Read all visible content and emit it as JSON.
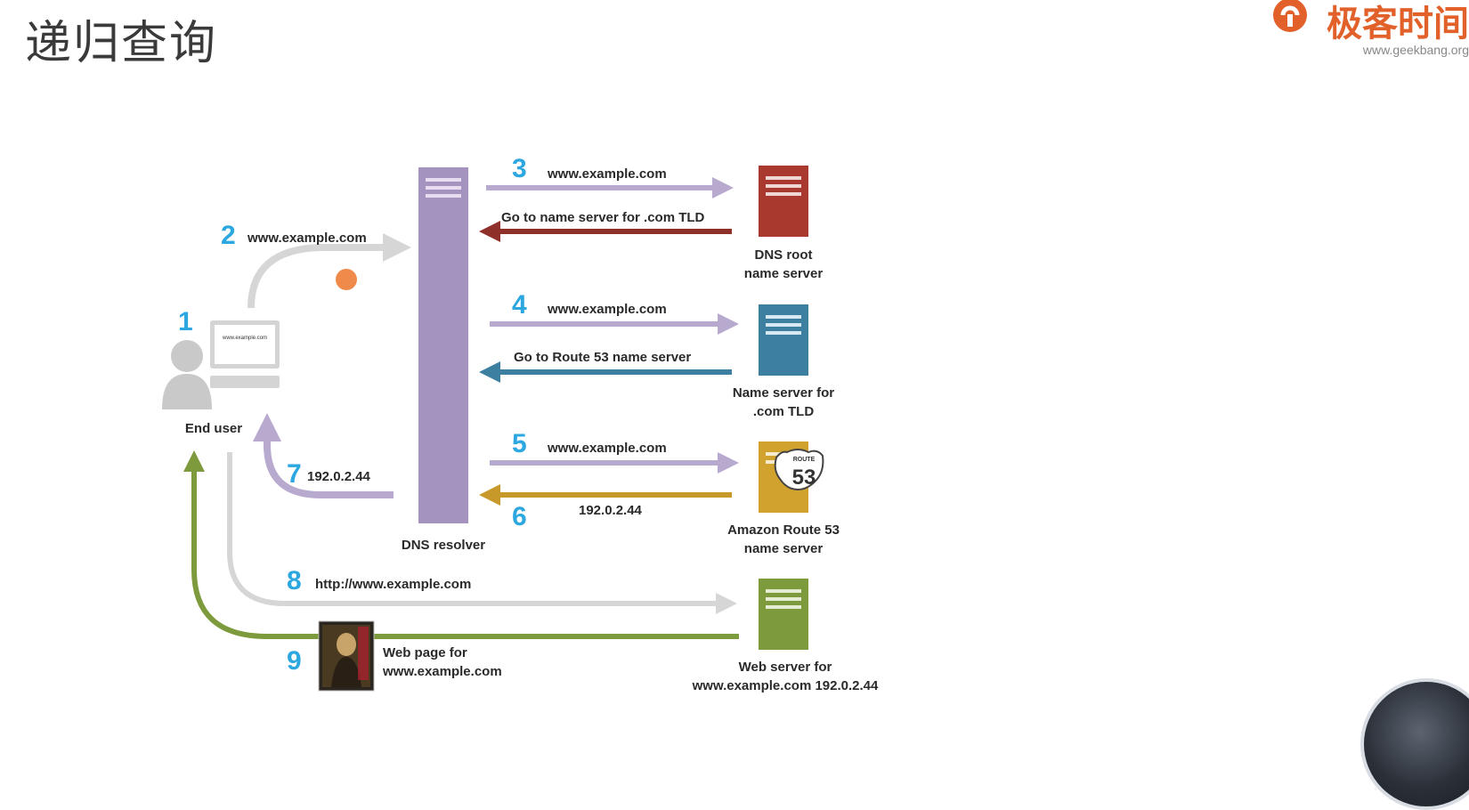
{
  "slide": {
    "title": "递归查询"
  },
  "brand": {
    "name": "极客时间",
    "url": "www.geekbang.org"
  },
  "diagram": {
    "nodes": {
      "end_user": {
        "label": "End user",
        "screen_text": "www.example.com"
      },
      "resolver": {
        "label": "DNS resolver"
      },
      "root": {
        "label_lines": [
          "DNS root",
          "name server"
        ]
      },
      "tld": {
        "label_lines": [
          "Name server for",
          ".com TLD"
        ]
      },
      "route53": {
        "label_lines": [
          "Amazon Route 53",
          "name server"
        ],
        "badge_top": "ROUTE",
        "badge_number": "53"
      },
      "web": {
        "label_lines": [
          "Web server for",
          "www.example.com 192.0.2.44"
        ]
      },
      "webpage": {
        "label_lines": [
          "Web page for",
          "www.example.com"
        ]
      }
    },
    "steps": [
      {
        "number": "1",
        "text": ""
      },
      {
        "number": "2",
        "text": "www.example.com"
      },
      {
        "number": "3",
        "text": "www.example.com"
      },
      {
        "number": "",
        "text": "Go to name server for .com TLD"
      },
      {
        "number": "4",
        "text": "www.example.com"
      },
      {
        "number": "",
        "text": "Go to Route 53 name server"
      },
      {
        "number": "5",
        "text": "www.example.com"
      },
      {
        "number": "6",
        "text": "192.0.2.44"
      },
      {
        "number": "7",
        "text": "192.0.2.44"
      },
      {
        "number": "8",
        "text": "http://www.example.com"
      },
      {
        "number": "9",
        "text": ""
      }
    ],
    "colors": {
      "resolver": "#a593bf",
      "root": "#a9392e",
      "tld": "#3d7fa0",
      "route53": "#d1a22e",
      "web": "#7d9a3c",
      "user_gray": "#c9c9c9",
      "number_blue": "#2da7e0",
      "return_green": "#7d9a3c",
      "return_brown": "#8f2f2a",
      "return_teal": "#3d7fa0",
      "return_gold": "#c7982a",
      "light_gray_arrow": "#cfcfcf"
    }
  }
}
